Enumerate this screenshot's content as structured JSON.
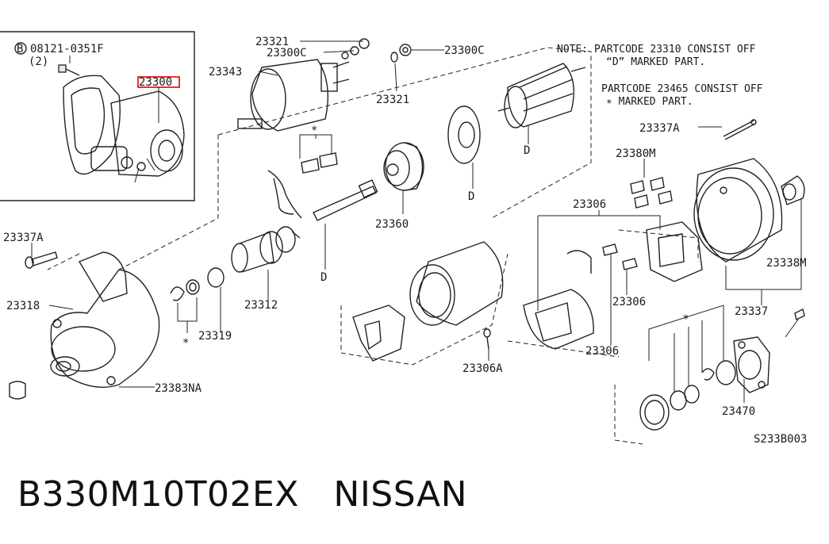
{
  "inset": {
    "bolt_marker": "B",
    "bolt_code": "08121-0351F",
    "bolt_qty": "(2)",
    "highlighted_part": "23300"
  },
  "notes": {
    "line1": "NOTE: PARTCODE 23310 CONSIST OFF",
    "line2": "“D” MARKED PART.",
    "line3": "PARTCODE 23465 CONSIST OFF",
    "line4": "∗ MARKED PART."
  },
  "labels": {
    "p23321_top": "23321",
    "p23300C_a": "23300C",
    "p23300C_b": "23300C",
    "p23343": "23343",
    "p23321_b": "23321",
    "p23337A_a": "23337A",
    "p23380M": "23380M",
    "p23360": "23360",
    "p23306_top": "23306",
    "p23337A_b": "23337A",
    "p23318": "23318",
    "p23312": "23312",
    "p23319": "23319",
    "p23306_mid": "23306",
    "p23306_low": "23306",
    "p23338M": "23338M",
    "p23337": "23337",
    "p23383NA": "23383NA",
    "p23306A": "23306A",
    "p23470": "23470",
    "d1": "D",
    "d2": "D",
    "d3": "D",
    "star1": "∗",
    "star2": "∗",
    "star3": "∗",
    "diagram_code": "S233B003"
  },
  "footer": {
    "part_number": "B330M10T02EX",
    "brand": "NISSAN"
  }
}
